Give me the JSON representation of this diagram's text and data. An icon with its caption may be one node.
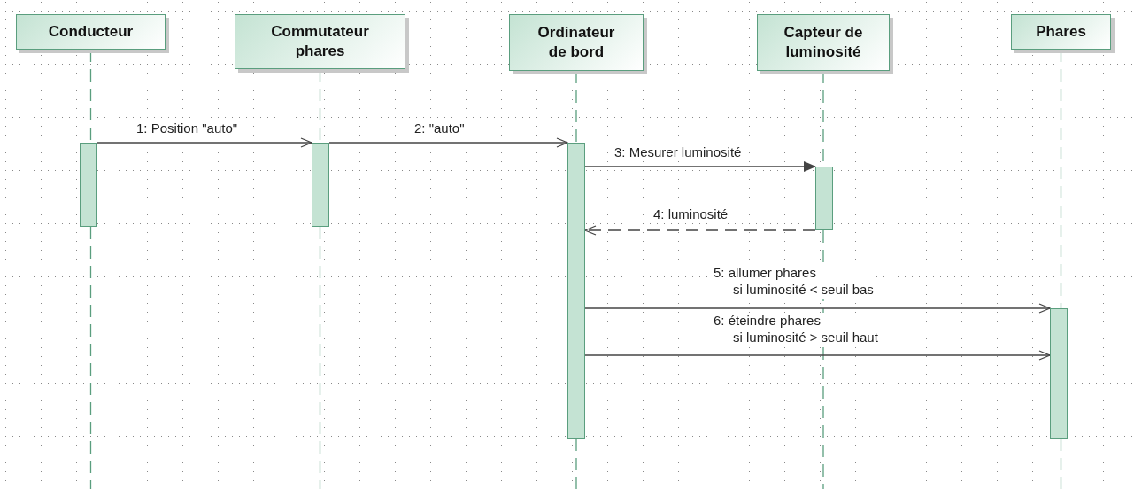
{
  "diagram": {
    "nodes": [
      {
        "text": [
          "Conducteur"
        ]
      },
      {
        "text": [
          "Commutateur phares"
        ]
      },
      {
        "text": [
          "Ordinateur de bord"
        ]
      },
      {
        "text": [
          "Capteur de luminosité"
        ]
      },
      {
        "text": [
          "Phares"
        ]
      },
      {
        "text": [],
        "shape": "bar"
      },
      {
        "text": [],
        "shape": "bar"
      },
      {
        "text": [],
        "shape": "bar"
      },
      {
        "text": [],
        "shape": "bar"
      },
      {
        "text": [],
        "shape": "bar"
      }
    ],
    "edges": [
      {
        "from": 0,
        "to": 5,
        "arrow": "none",
        "style": "dashed",
        "color": "#5a9e7e"
      },
      {
        "from": 1,
        "to": 6,
        "arrow": "none",
        "style": "dashed",
        "color": "#5a9e7e"
      },
      {
        "from": 2,
        "to": 7,
        "arrow": "none",
        "style": "dashed",
        "color": "#5a9e7e"
      },
      {
        "from": 3,
        "to": 8,
        "arrow": "none",
        "style": "dashed",
        "color": "#5a9e7e"
      },
      {
        "from": 4,
        "to": 9,
        "arrow": "none",
        "style": "dashed",
        "color": "#5a9e7e"
      },
      {
        "from": 5,
        "to": 6,
        "arrow": "to",
        "label": "1: Position \"auto\""
      },
      {
        "from": 6,
        "to": 7,
        "arrow": "to",
        "label": "2: \"auto\""
      },
      {
        "from": 7,
        "to": 8,
        "arrow": "to",
        "label": "3: Mesurer luminosité"
      },
      {
        "from": 8,
        "to": 7,
        "arrow": "to",
        "label": "4: luminosité",
        "style": "dashed"
      },
      {
        "from": 7,
        "to": 9,
        "arrow": "to",
        "label": "5: allumer phares si luminosité < seuil bas"
      },
      {
        "from": 7,
        "to": 9,
        "arrow": "to",
        "label": "6: éteindre phares si luminosité > seuil haut"
      }
    ]
  }
}
